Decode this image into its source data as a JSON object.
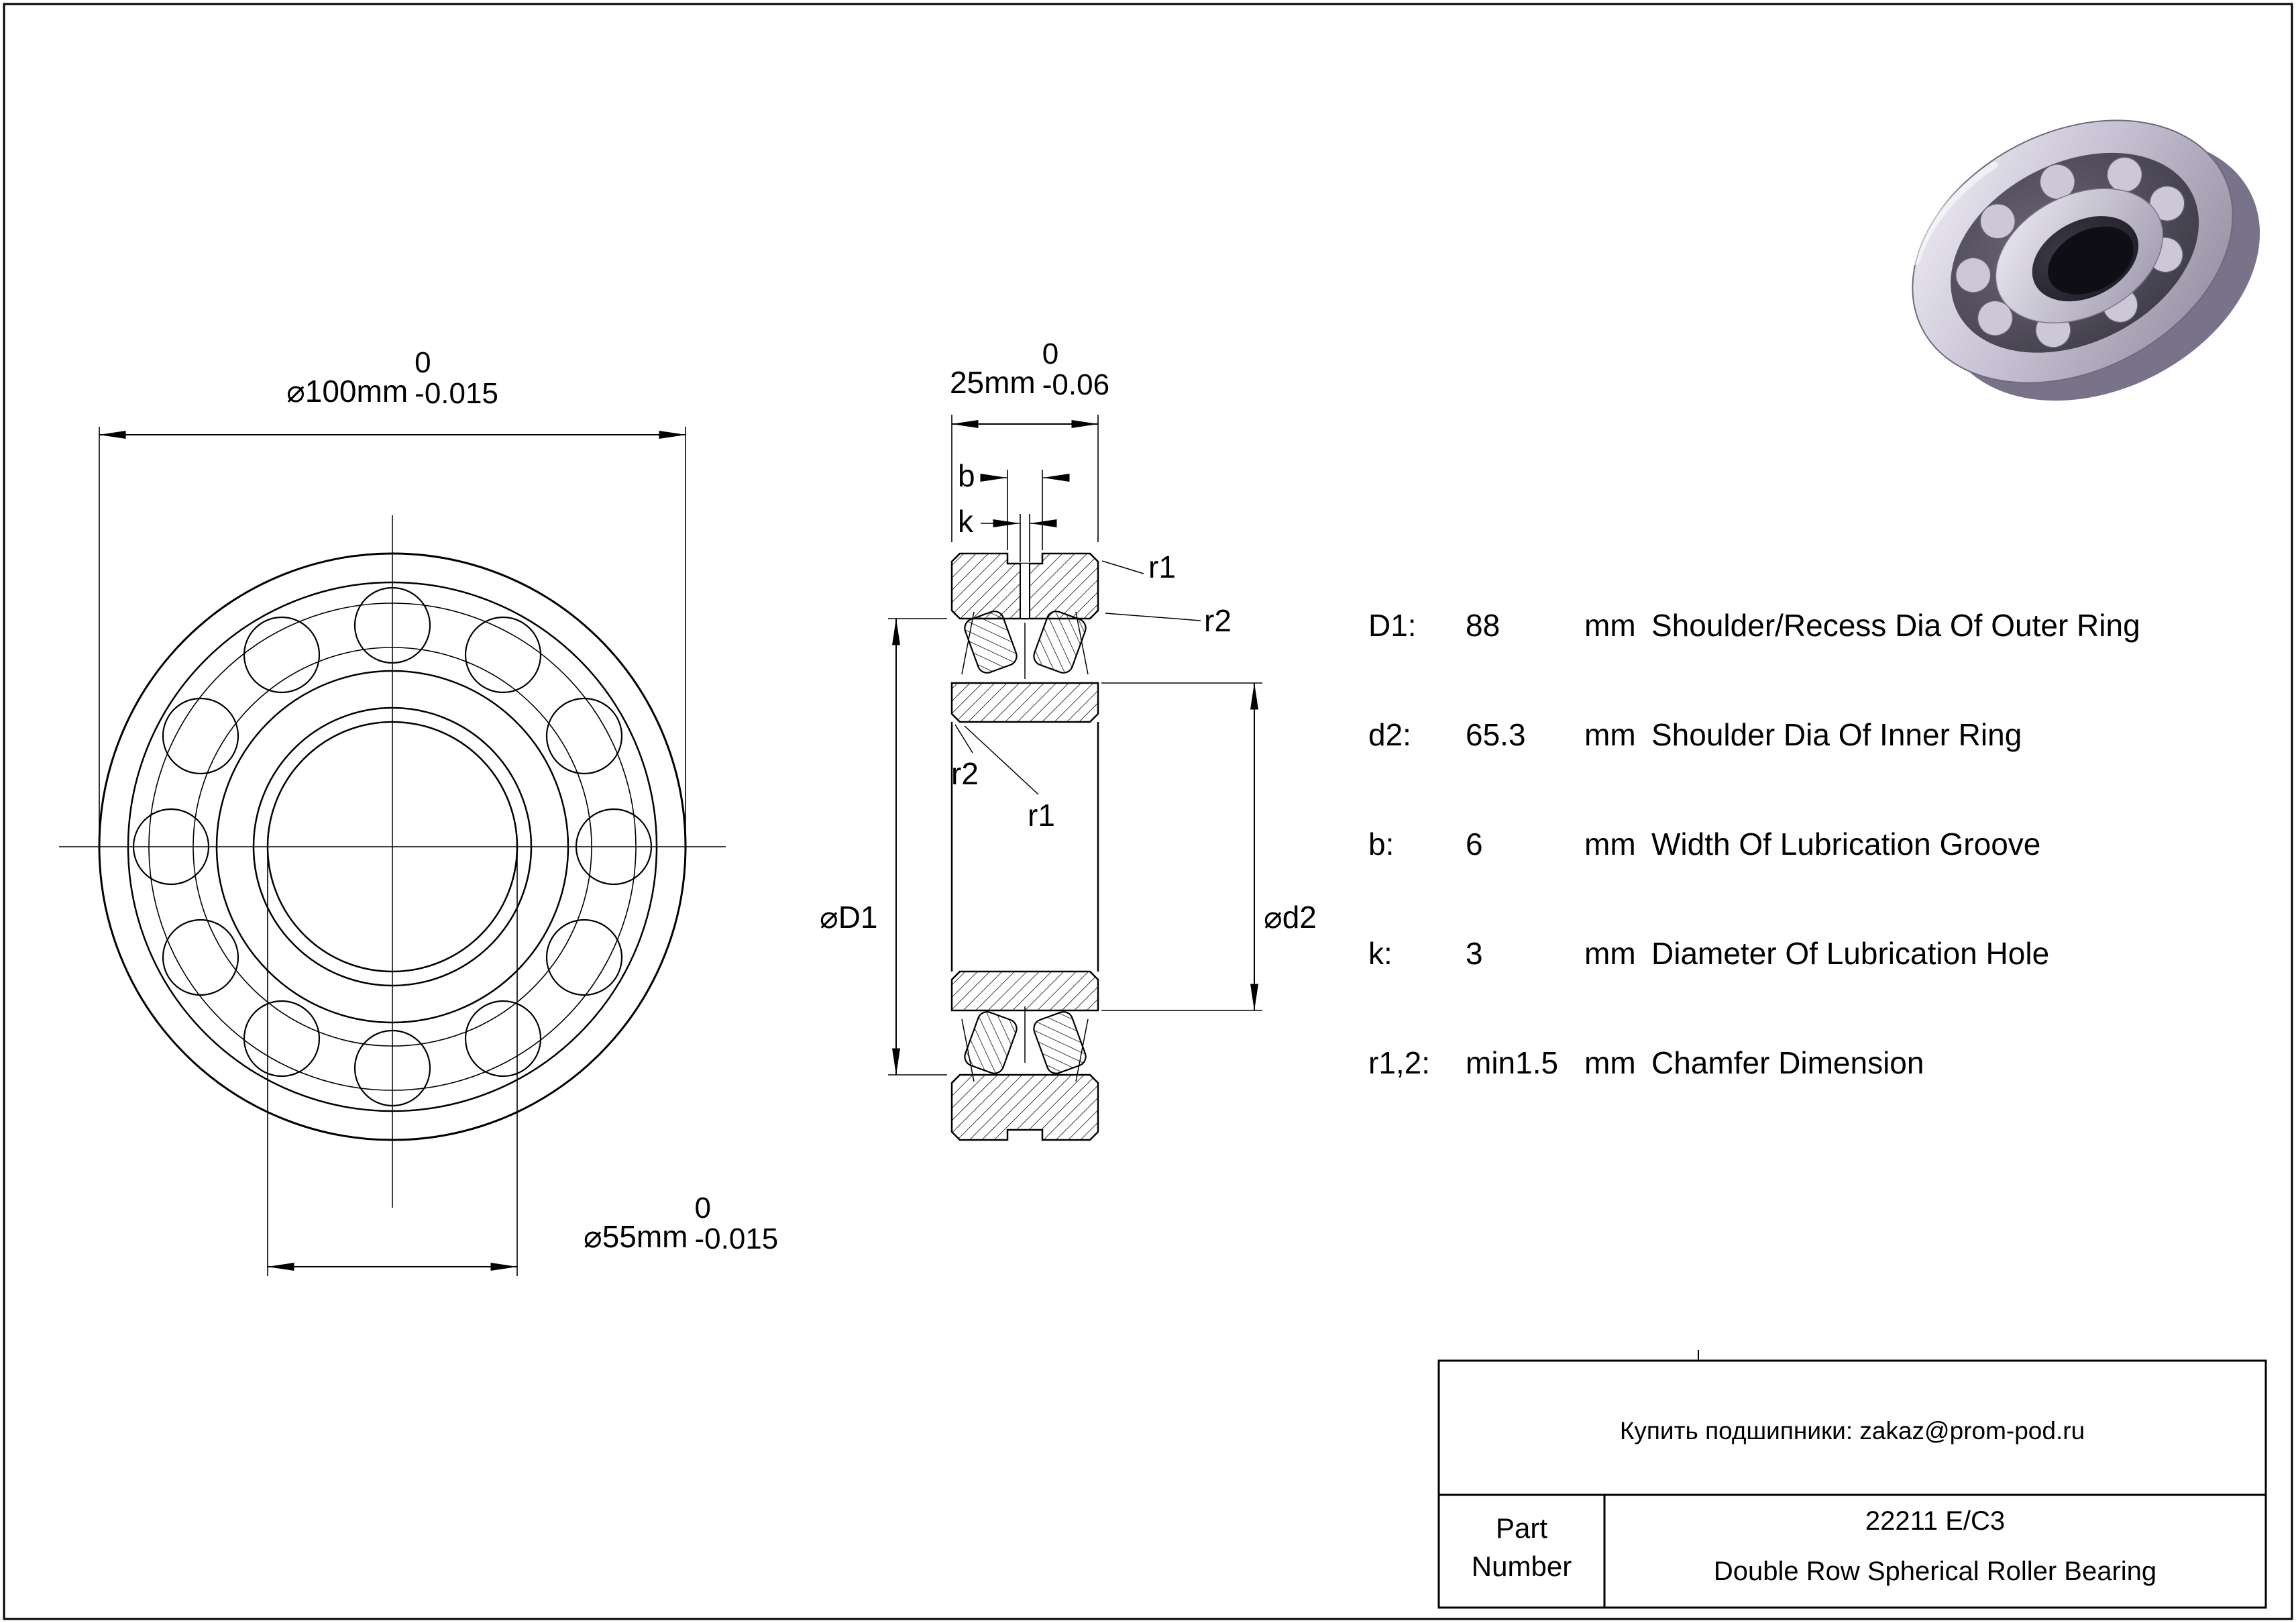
{
  "front_view": {
    "dim_outer": {
      "value": "⌀100mm",
      "tol_upper": "0",
      "tol_lower": "-0.015"
    },
    "dim_bore": {
      "value": "⌀55mm",
      "tol_upper": "0",
      "tol_lower": "-0.015"
    }
  },
  "section_view": {
    "dim_width": {
      "value": "25mm",
      "tol_upper": "0",
      "tol_lower": "-0.06"
    },
    "labels": {
      "b": "b",
      "k": "k",
      "r1_top": "r1",
      "r2_top": "r2",
      "r2_left": "r2",
      "r1_left": "r1",
      "d1": "⌀D1",
      "d2": "⌀d2"
    }
  },
  "specs": {
    "rows": [
      {
        "param": "D1:",
        "value": "88",
        "unit": "mm",
        "desc": "Shoulder/Recess Dia Of Outer Ring"
      },
      {
        "param": "d2:",
        "value": "65.3",
        "unit": "mm",
        "desc": "Shoulder Dia Of Inner Ring"
      },
      {
        "param": "b:",
        "value": "6",
        "unit": "mm",
        "desc": "Width Of Lubrication Groove"
      },
      {
        "param": "k:",
        "value": "3",
        "unit": "mm",
        "desc": "Diameter Of Lubrication Hole"
      },
      {
        "param": "r1,2:",
        "value": "min1.5",
        "unit": "mm",
        "desc": "Chamfer Dimension"
      }
    ]
  },
  "title_block": {
    "contact": "Купить подшипники: zakaz@prom-pod.ru",
    "part_label_line1": "Part",
    "part_label_line2": "Number",
    "part_number": "22211 E/C3",
    "description": "Double Row Spherical Roller Bearing"
  },
  "colors": {
    "line": "#000000",
    "background": "#ffffff",
    "bearing_metal": "#c7c2d4"
  }
}
